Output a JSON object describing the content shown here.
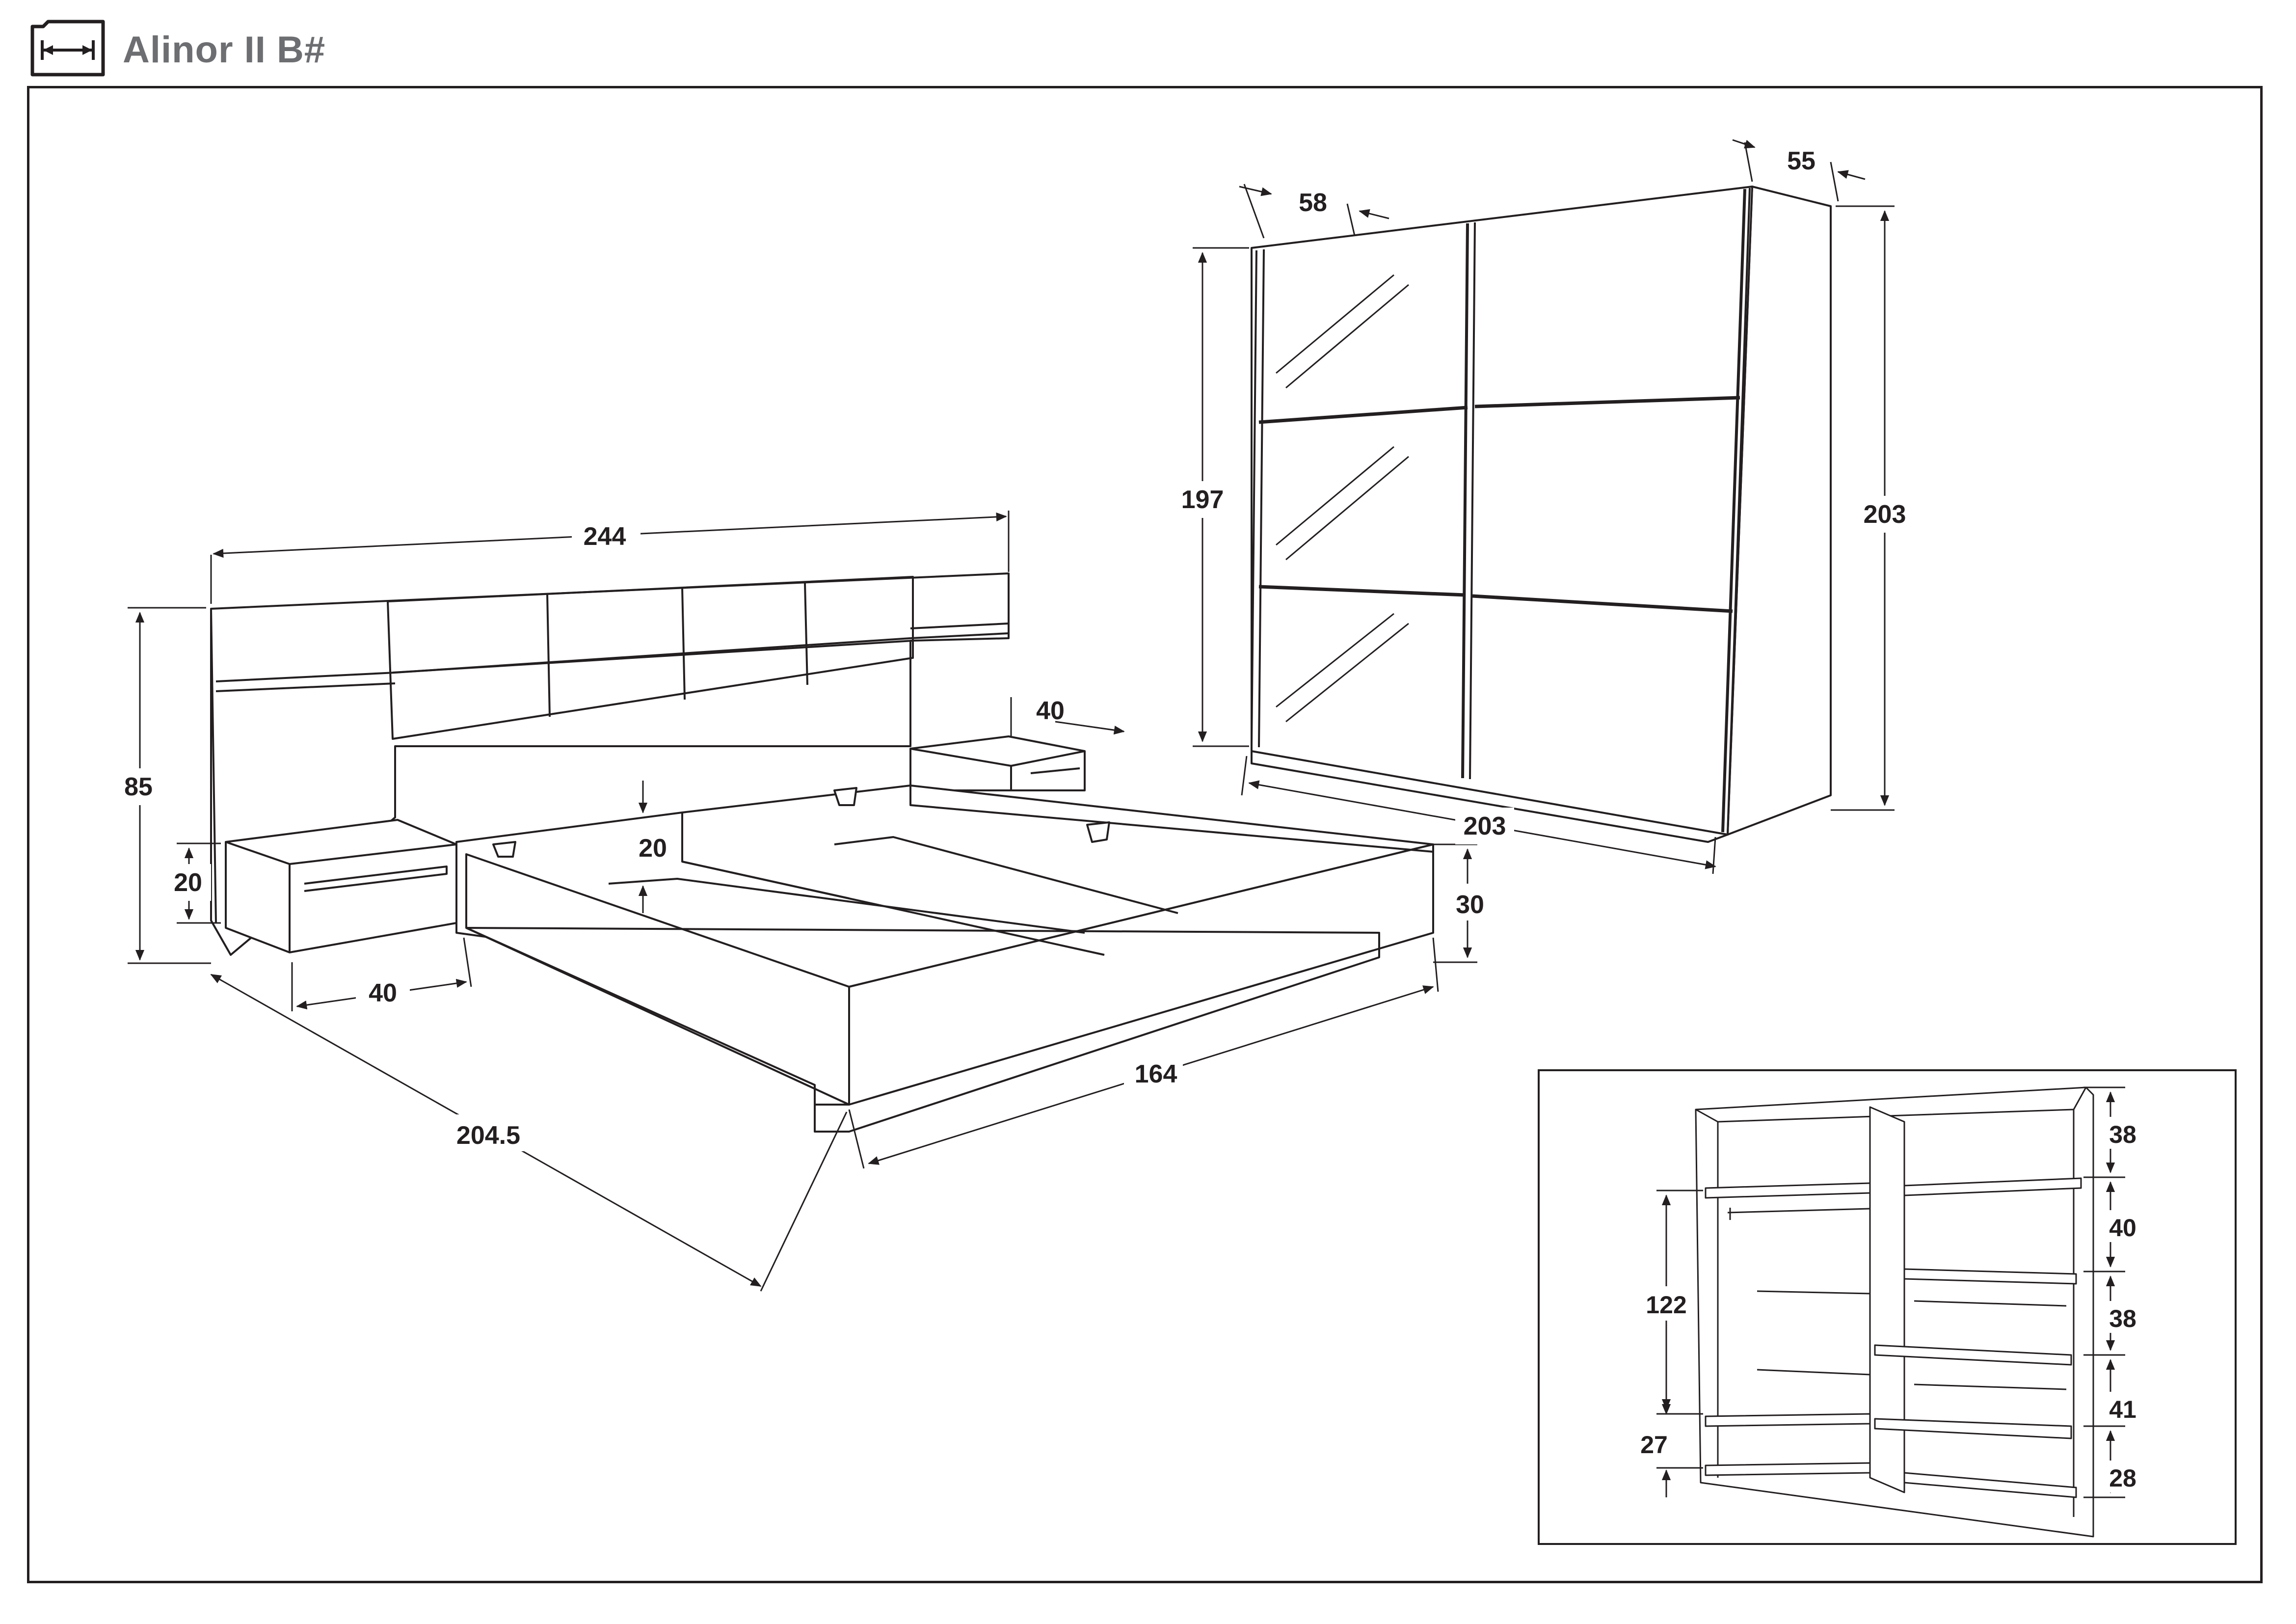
{
  "header": {
    "title": "Alinor II B#",
    "icon": "width-dimension-icon"
  },
  "bed": {
    "width": "244",
    "height": "85",
    "headboard_depth": "40",
    "nightstand_height": "20",
    "nightstand_width": "40",
    "length": "204.5",
    "frame_gap": "20",
    "frame_height": "30",
    "mattress_width": "164"
  },
  "wardrobe": {
    "door_depth": "58",
    "top_depth": "55",
    "door_height": "197",
    "total_height": "203",
    "width": "203"
  },
  "interior": {
    "hanging_height": "122",
    "bottom_height": "27",
    "shelves": [
      "38",
      "40",
      "38",
      "41",
      "28"
    ]
  },
  "colors": {
    "line": "#231f20",
    "title": "#6d6e71"
  }
}
